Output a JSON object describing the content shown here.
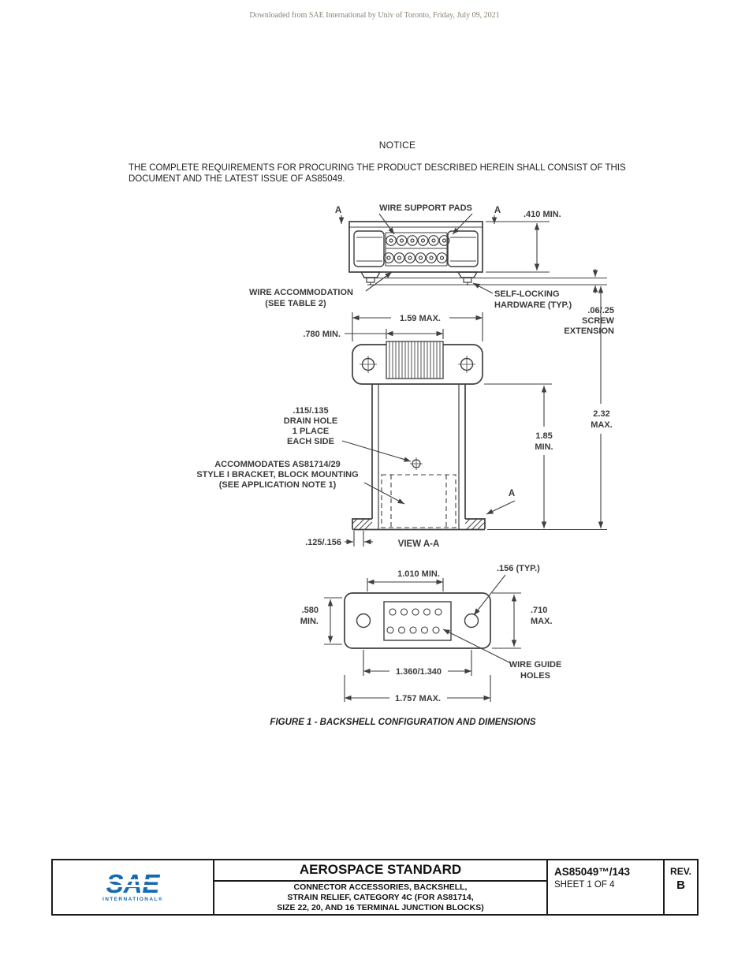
{
  "watermark": "Downloaded from SAE International by Univ of Toronto, Friday, July 09, 2021",
  "notice": {
    "title": "NOTICE",
    "line1": "THE COMPLETE REQUIREMENTS FOR PROCURING THE PRODUCT DESCRIBED HEREIN SHALL CONSIST OF THIS",
    "line2": "DOCUMENT AND THE LATEST ISSUE OF AS85049."
  },
  "figure": {
    "caption": "FIGURE 1 - BACKSHELL CONFIGURATION AND DIMENSIONS",
    "labels": {
      "wire_support_pads": "WIRE SUPPORT PADS",
      "section_a_left": "A",
      "section_a_right": "A",
      "dim_410_min": ".410 MIN.",
      "wire_accommodation_l1": "WIRE ACCOMMODATION",
      "wire_accommodation_l2": "(SEE TABLE 2)",
      "self_locking_l1": "SELF-LOCKING",
      "self_locking_l2": "HARDWARE (TYP.)",
      "screw_ext_l1": ".06/.25",
      "screw_ext_l2": "SCREW",
      "screw_ext_l3": "EXTENSION",
      "dim_159_max": "1.59 MAX.",
      "dim_780_min": ".780 MIN.",
      "dim_232_l1": "2.32",
      "dim_232_l2": "MAX.",
      "dim_185_l1": "1.85",
      "dim_185_l2": "MIN.",
      "drain_l1": ".115/.135",
      "drain_l2": "DRAIN HOLE",
      "drain_l3": "1 PLACE",
      "drain_l4": "EACH SIDE",
      "accom_l1": "ACCOMMODATES AS81714/29",
      "accom_l2": "STYLE I BRACKET, BLOCK MOUNTING",
      "accom_l3": "(SEE APPLICATION NOTE 1)",
      "section_a_mid": "A",
      "dim_125_156": ".125/.156",
      "view_aa": "VIEW A-A",
      "dim_1010_min": "1.010 MIN.",
      "dim_156_typ": ".156 (TYP.)",
      "dim_580_l1": ".580",
      "dim_580_l2": "MIN.",
      "dim_710_l1": ".710",
      "dim_710_l2": "MAX.",
      "wire_guide_l1": "WIRE GUIDE",
      "wire_guide_l2": "HOLES",
      "dim_1360_1340": "1.360/1.340",
      "dim_1757_max": "1.757 MAX."
    }
  },
  "title_block": {
    "logo": {
      "name": "SAE",
      "sub": "INTERNATIONAL®"
    },
    "standard_type": "AEROSPACE STANDARD",
    "title_l1": "CONNECTOR ACCESSORIES, BACKSHELL,",
    "title_l2": "STRAIN RELIEF, CATEGORY 4C (FOR AS81714,",
    "title_l3": "SIZE 22, 20, AND 16 TERMINAL JUNCTION BLOCKS)",
    "document_number": "AS85049™/143",
    "sheet": "SHEET 1 OF 4",
    "rev_label": "REV.",
    "rev": "B"
  },
  "colors": {
    "ink": "#3a3a3a",
    "sae_blue": "#1769b0",
    "watermark": "#8c8273"
  }
}
